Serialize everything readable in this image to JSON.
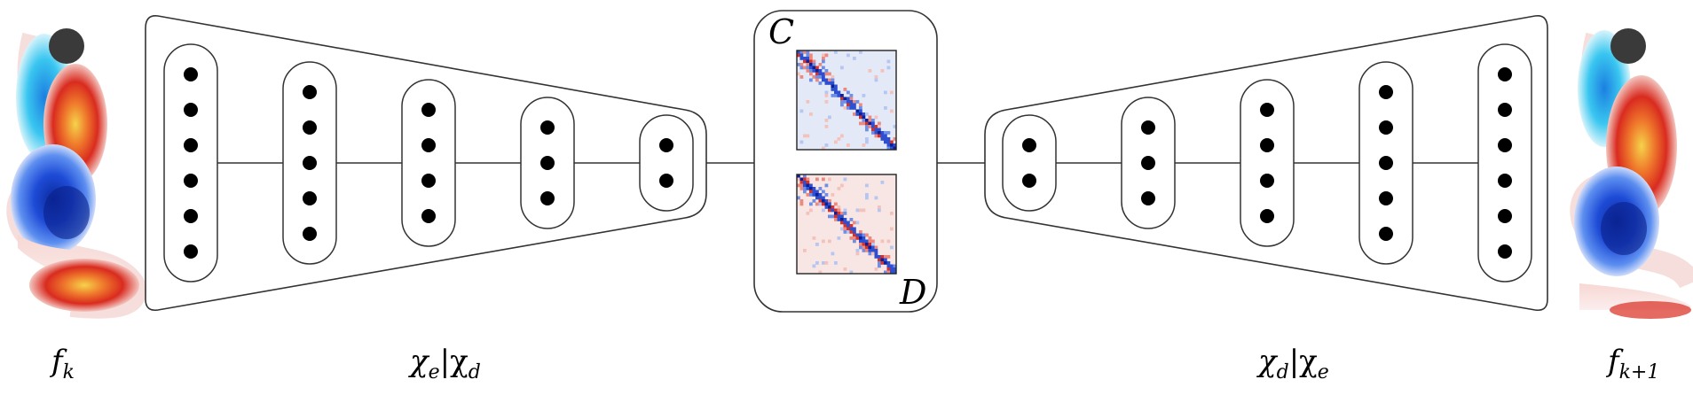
{
  "labels": {
    "input_field": "f_k",
    "input_field_text": "f",
    "input_field_sub": "k",
    "encoder": "χe|χd",
    "encoder_main": "χ",
    "encoder_sub1": "e",
    "encoder_sep": "|χ",
    "encoder_sub2": "d",
    "decoder": "χd|χe",
    "decoder_main": "χ",
    "decoder_sub1": "d",
    "decoder_sep": "|χ",
    "decoder_sub2": "e",
    "output_field": "f_{k+1}",
    "output_field_text": "f",
    "output_field_sub": "k+1",
    "matrix_c": "C",
    "matrix_d": "D"
  },
  "network": {
    "encoder_layer_nodes": [
      6,
      5,
      4,
      3,
      2
    ],
    "decoder_layer_nodes": [
      2,
      3,
      4,
      5,
      6
    ]
  },
  "colors": {
    "line": "#333333",
    "node": "#000000",
    "matrix_c_tint": "#e4e9f8",
    "matrix_d_tint": "#f8e6e4",
    "flow_blue": "#1e4bd6",
    "flow_red": "#d92b1f",
    "flow_yellow": "#f2d33c",
    "flow_cyan": "#39c6f0",
    "cylinder": "#3a3a3a"
  }
}
